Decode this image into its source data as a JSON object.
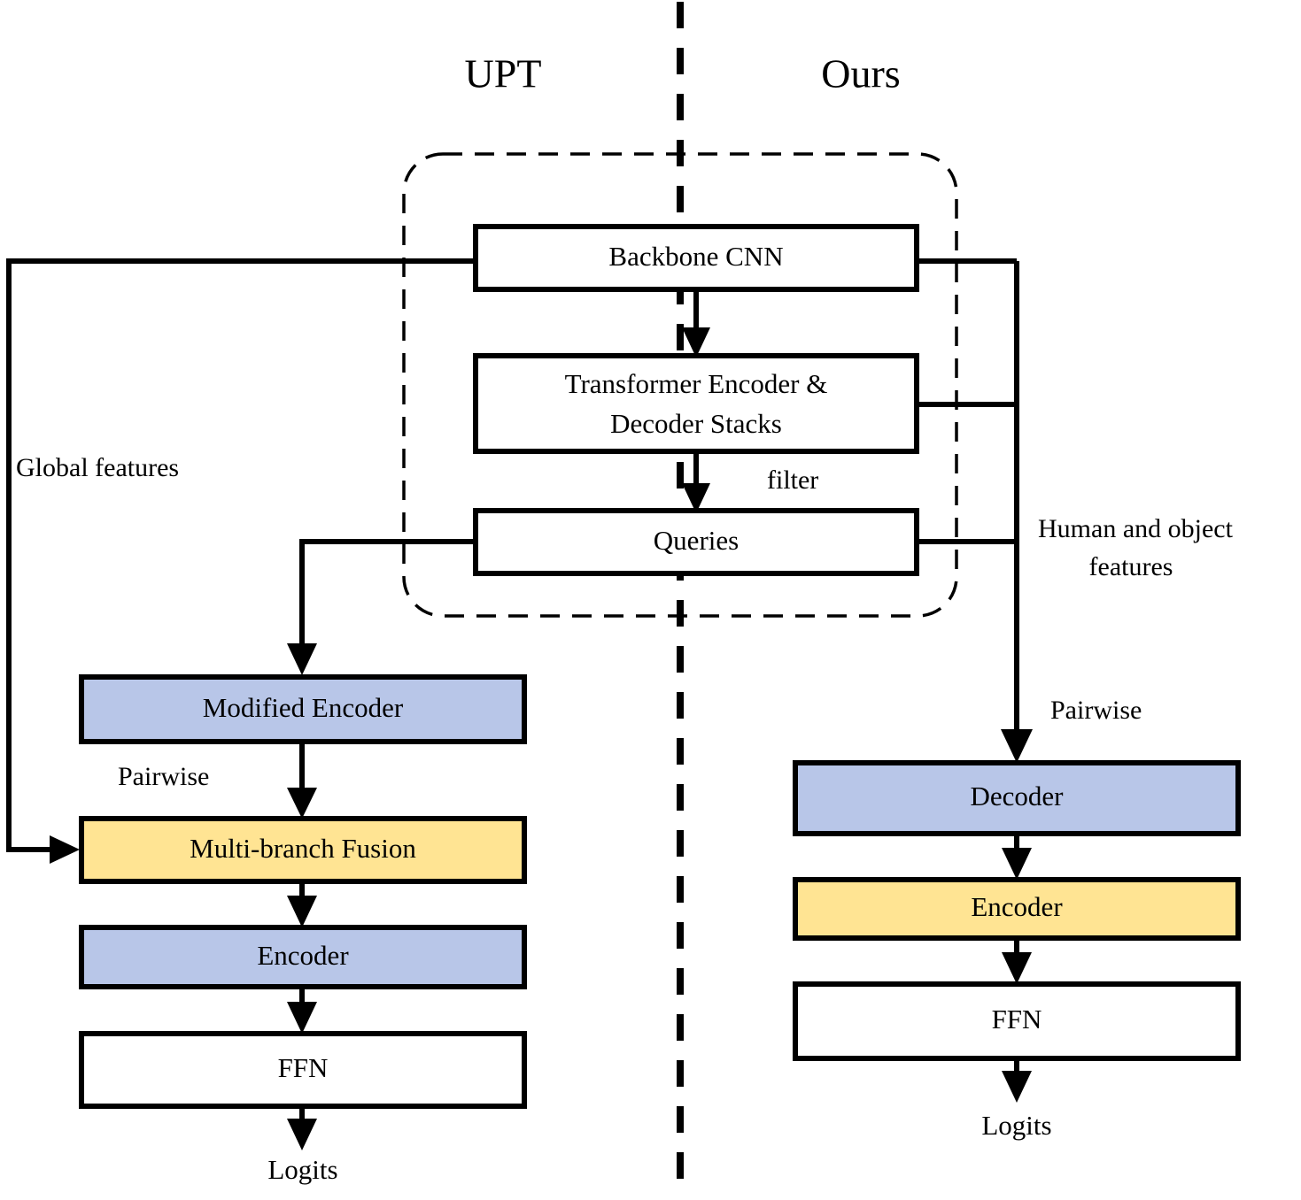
{
  "figure": {
    "type": "architecture-flow-diagram",
    "columns": [
      {
        "id": "upt",
        "label": "UPT"
      },
      {
        "id": "ours",
        "label": "Ours"
      }
    ],
    "colors": {
      "blue_fill": "#b8c6e8",
      "yellow_fill": "#ffe493",
      "white_fill": "#ffffff",
      "stroke": "#000000"
    },
    "shared_group": {
      "name": "shared-detector-group",
      "style": "dashed-rounded-rectangle",
      "nodes": [
        {
          "id": "backbone",
          "label": "Backbone CNN",
          "fill": "white"
        },
        {
          "id": "transformer",
          "label_line1": "Transformer Encoder &",
          "label_line2": "Decoder Stacks",
          "fill": "white"
        },
        {
          "id": "queries",
          "label": "Queries",
          "fill": "white"
        }
      ]
    },
    "upt_branch": {
      "nodes": [
        {
          "id": "upt-modified-encoder",
          "label": "Modified Encoder",
          "fill": "blue"
        },
        {
          "id": "upt-multi-branch-fusion",
          "label": "Multi-branch Fusion",
          "fill": "yellow"
        },
        {
          "id": "upt-encoder",
          "label": "Encoder",
          "fill": "blue"
        },
        {
          "id": "upt-ffn",
          "label": "FFN",
          "fill": "white"
        }
      ],
      "output": "Logits"
    },
    "ours_branch": {
      "nodes": [
        {
          "id": "ours-decoder",
          "label": "Decoder",
          "fill": "blue"
        },
        {
          "id": "ours-encoder",
          "label": "Encoder",
          "fill": "yellow"
        },
        {
          "id": "ours-ffn",
          "label": "FFN",
          "fill": "white"
        }
      ],
      "output": "Logits"
    },
    "edge_labels": {
      "filter": "filter",
      "global_features": "Global features",
      "human_object_features_line1": "Human and object",
      "human_object_features_line2": "features",
      "pairwise_left": "Pairwise",
      "pairwise_right": "Pairwise"
    }
  }
}
